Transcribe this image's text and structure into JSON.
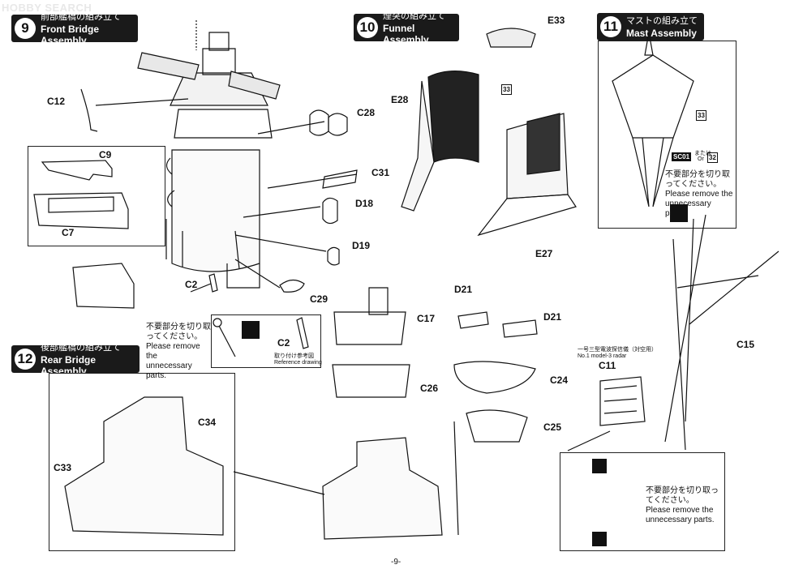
{
  "watermark": "HOBBY SEARCH",
  "steps": {
    "s9": {
      "num": "9",
      "jp": "前部艦橋の組み立て",
      "en": "Front Bridge Assembly"
    },
    "s10": {
      "num": "10",
      "jp": "煙突の組み立て",
      "en": "Funnel Assembly"
    },
    "s11": {
      "num": "11",
      "jp": "マストの組み立て",
      "en": "Mast Assembly"
    },
    "s12": {
      "num": "12",
      "jp": "後部艦橋の組み立て",
      "en": "Rear Bridge Assembly"
    }
  },
  "parts": {
    "c12": "C12",
    "c9": "C9",
    "c7": "C7",
    "c28": "C28",
    "c31": "C31",
    "d18": "D18",
    "d19": "D19",
    "c29": "C29",
    "c2a": "C2",
    "c2b": "C2",
    "e33": "E33",
    "e28": "E28",
    "e27": "E27",
    "c15": "C15",
    "c11": "C11",
    "c17": "C17",
    "c26": "C26",
    "d21a": "D21",
    "d21b": "D21",
    "c24": "C24",
    "c25": "C25",
    "c34": "C34",
    "c33": "C33"
  },
  "markers": {
    "m33a": "33",
    "m33b": "33",
    "sc01": "SC01",
    "or_jp": "または",
    "or_en": "Or",
    "m32": "32"
  },
  "notes": {
    "remove_jp": "不要部分を切り取ってください。",
    "remove_en_1": "Please remove the",
    "remove_en_2": "unnecessary parts.",
    "ref_jp": "取り付け参考図",
    "ref_en": "Reference drawing",
    "radar_jp": "一号三型電波探信儀（対空用）",
    "radar_en": "No.1 model-3 radar"
  },
  "page_number": "-9-"
}
